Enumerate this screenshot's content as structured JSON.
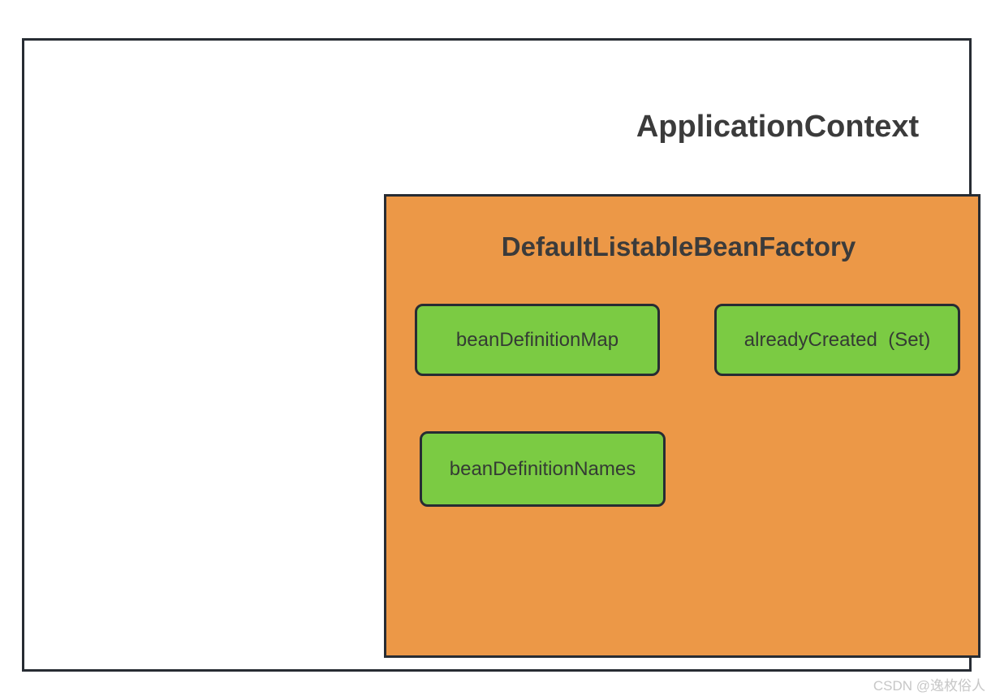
{
  "colors": {
    "background": "#ffffff",
    "outline": "#272c33",
    "factory-fill": "#ec9847",
    "field-fill": "#7bcb43",
    "title-text": "#3b3b3b",
    "field-text": "#343b34",
    "watermark-text": "#c7c7c7"
  },
  "diagram": {
    "outer": {
      "title": "ApplicationContext"
    },
    "factory": {
      "title": "DefaultListableBeanFactory",
      "fields": [
        {
          "label": "beanDefinitionMap"
        },
        {
          "label": "alreadyCreated  (Set)"
        },
        {
          "label": "beanDefinitionNames"
        }
      ]
    }
  },
  "watermark": {
    "text": "CSDN @逸枚俗人"
  }
}
